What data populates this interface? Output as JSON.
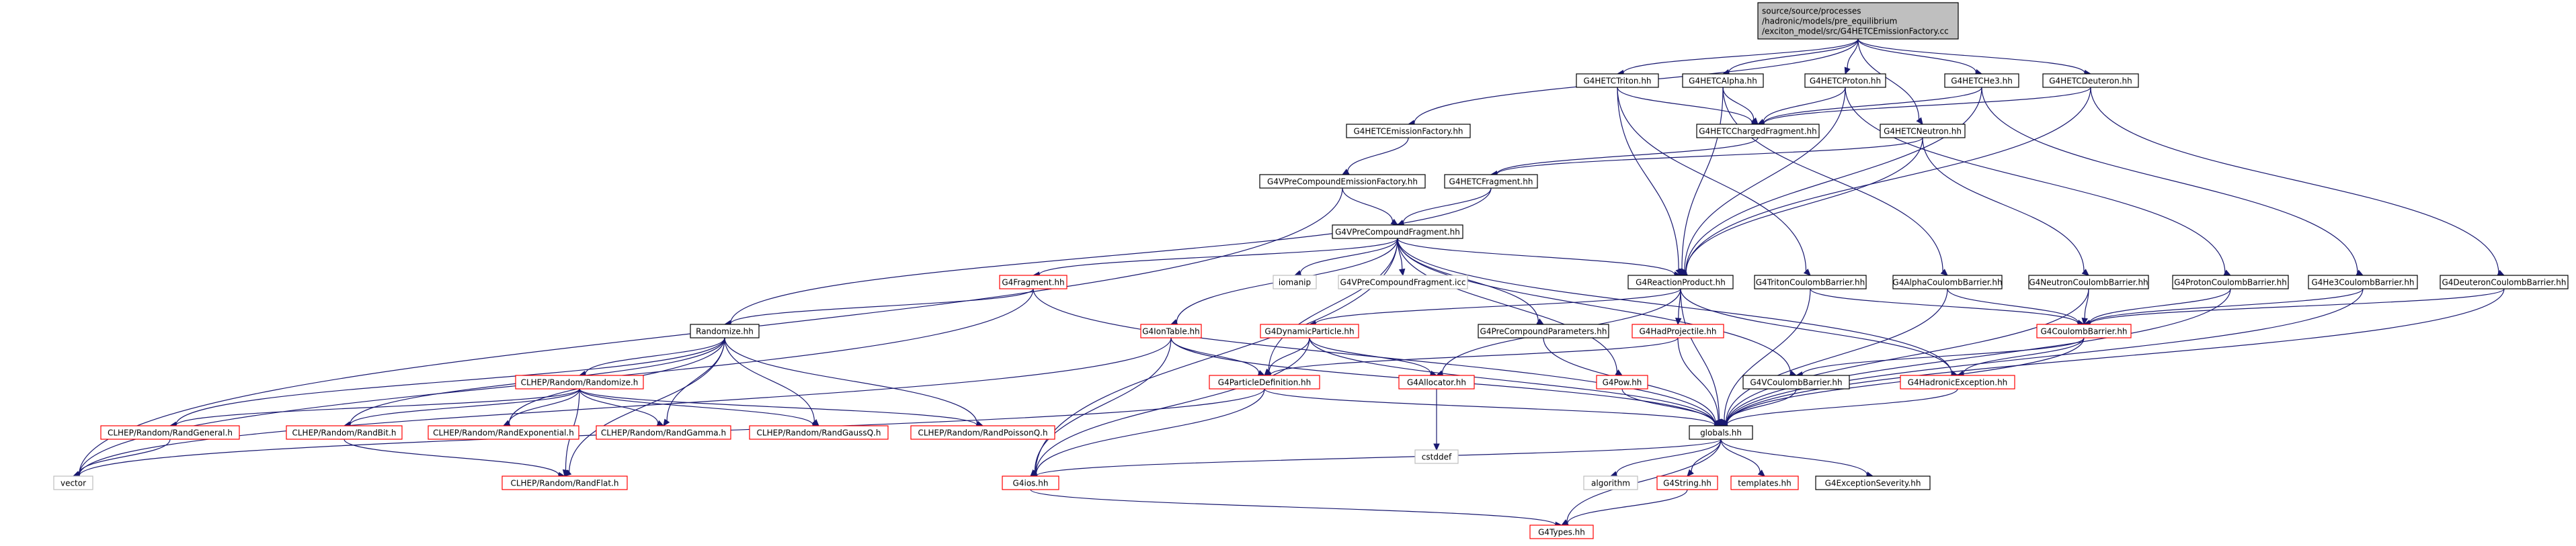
{
  "diagram": {
    "root": "source/source/processes/hadronic/models/pre_equilibrium/exciton_model/src/G4HETCEmissionFactory.cc",
    "colors": {
      "edge": "#191970",
      "root_fill": "#bfbfbf",
      "documented_border": "#000000",
      "undocumented_border": "#ff0000",
      "external_border": "#bfbfbf",
      "node_fill": "#ffffff",
      "text": "#000000"
    },
    "nodes": [
      {
        "id": "root",
        "lines": [
          "source/source/processes",
          "/hadronic/models/pre_equilibrium",
          "/exciton_model/src/G4HETCEmissionFactory.cc"
        ],
        "kind": "root"
      },
      {
        "id": "G4HETCTriton",
        "lines": [
          "G4HETCTriton.hh"
        ],
        "kind": "doc"
      },
      {
        "id": "G4HETCAlpha",
        "lines": [
          "G4HETCAlpha.hh"
        ],
        "kind": "doc"
      },
      {
        "id": "G4HETCProton",
        "lines": [
          "G4HETCProton.hh"
        ],
        "kind": "doc"
      },
      {
        "id": "G4HETCHe3",
        "lines": [
          "G4HETCHe3.hh"
        ],
        "kind": "doc"
      },
      {
        "id": "G4HETCDeuteron",
        "lines": [
          "G4HETCDeuteron.hh"
        ],
        "kind": "doc"
      },
      {
        "id": "G4HETCEmissionFactory",
        "lines": [
          "G4HETCEmissionFactory.hh"
        ],
        "kind": "doc"
      },
      {
        "id": "G4HETCChargedFragment",
        "lines": [
          "G4HETCChargedFragment.hh"
        ],
        "kind": "doc"
      },
      {
        "id": "G4HETCNeutron",
        "lines": [
          "G4HETCNeutron.hh"
        ],
        "kind": "doc"
      },
      {
        "id": "G4VPreCompoundEmissionFactory",
        "lines": [
          "G4VPreCompoundEmissionFactory.hh"
        ],
        "kind": "doc"
      },
      {
        "id": "G4HETCFragment",
        "lines": [
          "G4HETCFragment.hh"
        ],
        "kind": "doc"
      },
      {
        "id": "G4VPreCompoundFragment",
        "lines": [
          "G4VPreCompoundFragment.hh"
        ],
        "kind": "doc"
      },
      {
        "id": "G4Fragment",
        "lines": [
          "G4Fragment.hh"
        ],
        "kind": "undoc"
      },
      {
        "id": "iomanip",
        "lines": [
          "iomanip"
        ],
        "kind": "ext"
      },
      {
        "id": "G4VPreCompoundFragmenticc",
        "lines": [
          "G4VPreCompoundFragment.icc"
        ],
        "kind": "ext"
      },
      {
        "id": "G4ReactionProduct",
        "lines": [
          "G4ReactionProduct.hh"
        ],
        "kind": "doc"
      },
      {
        "id": "G4TritonCoulombBarrier",
        "lines": [
          "G4TritonCoulombBarrier.hh"
        ],
        "kind": "doc"
      },
      {
        "id": "G4AlphaCoulombBarrier",
        "lines": [
          "G4AlphaCoulombBarrier.hh"
        ],
        "kind": "doc"
      },
      {
        "id": "G4NeutronCoulombBarrier",
        "lines": [
          "G4NeutronCoulombBarrier.hh"
        ],
        "kind": "doc"
      },
      {
        "id": "G4ProtonCoulombBarrier",
        "lines": [
          "G4ProtonCoulombBarrier.hh"
        ],
        "kind": "doc"
      },
      {
        "id": "G4He3CoulombBarrier",
        "lines": [
          "G4He3CoulombBarrier.hh"
        ],
        "kind": "doc"
      },
      {
        "id": "G4DeuteronCoulombBarrier",
        "lines": [
          "G4DeuteronCoulombBarrier.hh"
        ],
        "kind": "doc"
      },
      {
        "id": "Randomize",
        "lines": [
          "Randomize.hh"
        ],
        "kind": "doc"
      },
      {
        "id": "G4IonTable",
        "lines": [
          "G4IonTable.hh"
        ],
        "kind": "undoc"
      },
      {
        "id": "G4DynamicParticle",
        "lines": [
          "G4DynamicParticle.hh"
        ],
        "kind": "undoc"
      },
      {
        "id": "G4PreCompoundParameters",
        "lines": [
          "G4PreCompoundParameters.hh"
        ],
        "kind": "doc"
      },
      {
        "id": "G4HadProjectile",
        "lines": [
          "G4HadProjectile.hh"
        ],
        "kind": "undoc"
      },
      {
        "id": "G4CoulombBarrier",
        "lines": [
          "G4CoulombBarrier.hh"
        ],
        "kind": "undoc"
      },
      {
        "id": "CLHEPRandomize",
        "lines": [
          "CLHEP/Random/Randomize.h"
        ],
        "kind": "undoc"
      },
      {
        "id": "G4ParticleDefinition",
        "lines": [
          "G4ParticleDefinition.hh"
        ],
        "kind": "undoc"
      },
      {
        "id": "G4Allocator",
        "lines": [
          "G4Allocator.hh"
        ],
        "kind": "undoc"
      },
      {
        "id": "G4Pow",
        "lines": [
          "G4Pow.hh"
        ],
        "kind": "undoc"
      },
      {
        "id": "G4VCoulombBarrier",
        "lines": [
          "G4VCoulombBarrier.hh"
        ],
        "kind": "doc"
      },
      {
        "id": "G4HadronicException",
        "lines": [
          "G4HadronicException.hh"
        ],
        "kind": "undoc"
      },
      {
        "id": "RandGeneral",
        "lines": [
          "CLHEP/Random/RandGeneral.h"
        ],
        "kind": "undoc"
      },
      {
        "id": "RandBit",
        "lines": [
          "CLHEP/Random/RandBit.h"
        ],
        "kind": "undoc"
      },
      {
        "id": "RandExponential",
        "lines": [
          "CLHEP/Random/RandExponential.h"
        ],
        "kind": "undoc"
      },
      {
        "id": "RandGamma",
        "lines": [
          "CLHEP/Random/RandGamma.h"
        ],
        "kind": "undoc"
      },
      {
        "id": "RandGaussQ",
        "lines": [
          "CLHEP/Random/RandGaussQ.h"
        ],
        "kind": "undoc"
      },
      {
        "id": "RandPoissonQ",
        "lines": [
          "CLHEP/Random/RandPoissonQ.h"
        ],
        "kind": "undoc"
      },
      {
        "id": "globals",
        "lines": [
          "globals.hh"
        ],
        "kind": "doc"
      },
      {
        "id": "cstddef",
        "lines": [
          "cstddef"
        ],
        "kind": "ext"
      },
      {
        "id": "vector",
        "lines": [
          "vector"
        ],
        "kind": "ext"
      },
      {
        "id": "RandFlat",
        "lines": [
          "CLHEP/Random/RandFlat.h"
        ],
        "kind": "undoc"
      },
      {
        "id": "G4ios",
        "lines": [
          "G4ios.hh"
        ],
        "kind": "undoc"
      },
      {
        "id": "algorithm",
        "lines": [
          "algorithm"
        ],
        "kind": "ext"
      },
      {
        "id": "G4String",
        "lines": [
          "G4String.hh"
        ],
        "kind": "undoc"
      },
      {
        "id": "templates",
        "lines": [
          "templates.hh"
        ],
        "kind": "undoc"
      },
      {
        "id": "G4ExceptionSeverity",
        "lines": [
          "G4ExceptionSeverity.hh"
        ],
        "kind": "doc"
      },
      {
        "id": "G4Types",
        "lines": [
          "G4Types.hh"
        ],
        "kind": "undoc"
      }
    ],
    "edges": [
      [
        "root",
        "G4HETCTriton"
      ],
      [
        "root",
        "G4HETCAlpha"
      ],
      [
        "root",
        "G4HETCProton"
      ],
      [
        "root",
        "G4HETCHe3"
      ],
      [
        "root",
        "G4HETCDeuteron"
      ],
      [
        "root",
        "G4HETCEmissionFactory"
      ],
      [
        "root",
        "G4HETCNeutron"
      ],
      [
        "G4HETCTriton",
        "G4HETCChargedFragment"
      ],
      [
        "G4HETCTriton",
        "G4ReactionProduct"
      ],
      [
        "G4HETCTriton",
        "G4TritonCoulombBarrier"
      ],
      [
        "G4HETCAlpha",
        "G4HETCChargedFragment"
      ],
      [
        "G4HETCAlpha",
        "G4ReactionProduct"
      ],
      [
        "G4HETCAlpha",
        "G4AlphaCoulombBarrier"
      ],
      [
        "G4HETCProton",
        "G4HETCChargedFragment"
      ],
      [
        "G4HETCProton",
        "G4ReactionProduct"
      ],
      [
        "G4HETCProton",
        "G4ProtonCoulombBarrier"
      ],
      [
        "G4HETCHe3",
        "G4HETCChargedFragment"
      ],
      [
        "G4HETCHe3",
        "G4ReactionProduct"
      ],
      [
        "G4HETCHe3",
        "G4He3CoulombBarrier"
      ],
      [
        "G4HETCDeuteron",
        "G4HETCChargedFragment"
      ],
      [
        "G4HETCDeuteron",
        "G4ReactionProduct"
      ],
      [
        "G4HETCDeuteron",
        "G4DeuteronCoulombBarrier"
      ],
      [
        "G4HETCEmissionFactory",
        "G4VPreCompoundEmissionFactory"
      ],
      [
        "G4HETCChargedFragment",
        "G4HETCFragment"
      ],
      [
        "G4HETCNeutron",
        "G4HETCFragment"
      ],
      [
        "G4HETCNeutron",
        "G4ReactionProduct"
      ],
      [
        "G4HETCNeutron",
        "G4NeutronCoulombBarrier"
      ],
      [
        "G4VPreCompoundEmissionFactory",
        "G4VPreCompoundFragment"
      ],
      [
        "G4VPreCompoundEmissionFactory",
        "vector"
      ],
      [
        "G4HETCFragment",
        "G4VPreCompoundFragment"
      ],
      [
        "G4HETCFragment",
        "Randomize"
      ],
      [
        "G4VPreCompoundFragment",
        "G4Fragment"
      ],
      [
        "G4VPreCompoundFragment",
        "iomanip"
      ],
      [
        "G4VPreCompoundFragment",
        "G4VPreCompoundFragmenticc"
      ],
      [
        "G4VPreCompoundFragment",
        "G4ReactionProduct"
      ],
      [
        "G4VPreCompoundFragment",
        "G4IonTable"
      ],
      [
        "G4VPreCompoundFragment",
        "G4ParticleDefinition"
      ],
      [
        "G4VPreCompoundFragment",
        "G4PreCompoundParameters"
      ],
      [
        "G4VPreCompoundFragment",
        "G4Pow"
      ],
      [
        "G4VPreCompoundFragment",
        "G4VCoulombBarrier"
      ],
      [
        "G4VPreCompoundFragment",
        "G4HadronicException"
      ],
      [
        "G4VPreCompoundFragment",
        "G4ios"
      ],
      [
        "G4Fragment",
        "Randomize"
      ],
      [
        "G4Fragment",
        "globals"
      ],
      [
        "G4Fragment",
        "vector"
      ],
      [
        "G4ReactionProduct",
        "G4DynamicParticle"
      ],
      [
        "G4ReactionProduct",
        "G4HadProjectile"
      ],
      [
        "G4ReactionProduct",
        "G4Allocator"
      ],
      [
        "G4ReactionProduct",
        "globals"
      ],
      [
        "G4ReactionProduct",
        "G4HadronicException"
      ],
      [
        "G4TritonCoulombBarrier",
        "G4CoulombBarrier"
      ],
      [
        "G4TritonCoulombBarrier",
        "globals"
      ],
      [
        "G4AlphaCoulombBarrier",
        "G4CoulombBarrier"
      ],
      [
        "G4AlphaCoulombBarrier",
        "globals"
      ],
      [
        "G4NeutronCoulombBarrier",
        "G4CoulombBarrier"
      ],
      [
        "G4NeutronCoulombBarrier",
        "globals"
      ],
      [
        "G4ProtonCoulombBarrier",
        "G4CoulombBarrier"
      ],
      [
        "G4ProtonCoulombBarrier",
        "globals"
      ],
      [
        "G4He3CoulombBarrier",
        "G4CoulombBarrier"
      ],
      [
        "G4He3CoulombBarrier",
        "globals"
      ],
      [
        "G4DeuteronCoulombBarrier",
        "G4CoulombBarrier"
      ],
      [
        "G4DeuteronCoulombBarrier",
        "globals"
      ],
      [
        "Randomize",
        "CLHEPRandomize"
      ],
      [
        "Randomize",
        "RandGeneral"
      ],
      [
        "Randomize",
        "RandBit"
      ],
      [
        "Randomize",
        "RandExponential"
      ],
      [
        "Randomize",
        "RandGamma"
      ],
      [
        "Randomize",
        "RandGaussQ"
      ],
      [
        "Randomize",
        "RandPoissonQ"
      ],
      [
        "Randomize",
        "RandFlat"
      ],
      [
        "G4IonTable",
        "G4ParticleDefinition"
      ],
      [
        "G4IonTable",
        "globals"
      ],
      [
        "G4IonTable",
        "G4ios"
      ],
      [
        "G4IonTable",
        "vector"
      ],
      [
        "G4DynamicParticle",
        "G4ParticleDefinition"
      ],
      [
        "G4DynamicParticle",
        "G4Allocator"
      ],
      [
        "G4DynamicParticle",
        "globals"
      ],
      [
        "G4DynamicParticle",
        "G4ios"
      ],
      [
        "G4PreCompoundParameters",
        "globals"
      ],
      [
        "G4HadProjectile",
        "globals"
      ],
      [
        "G4HadProjectile",
        "G4ParticleDefinition"
      ],
      [
        "G4CoulombBarrier",
        "G4VCoulombBarrier"
      ],
      [
        "G4CoulombBarrier",
        "G4HadronicException"
      ],
      [
        "G4CoulombBarrier",
        "globals"
      ],
      [
        "CLHEPRandomize",
        "RandGeneral"
      ],
      [
        "CLHEPRandomize",
        "RandBit"
      ],
      [
        "CLHEPRandomize",
        "RandExponential"
      ],
      [
        "CLHEPRandomize",
        "RandGamma"
      ],
      [
        "CLHEPRandomize",
        "RandGaussQ"
      ],
      [
        "CLHEPRandomize",
        "RandPoissonQ"
      ],
      [
        "CLHEPRandomize",
        "RandFlat"
      ],
      [
        "G4ParticleDefinition",
        "globals"
      ],
      [
        "G4ParticleDefinition",
        "G4ios"
      ],
      [
        "G4ParticleDefinition",
        "vector"
      ],
      [
        "G4Allocator",
        "cstddef"
      ],
      [
        "G4Pow",
        "globals"
      ],
      [
        "G4VCoulombBarrier",
        "globals"
      ],
      [
        "G4HadronicException",
        "globals"
      ],
      [
        "RandGeneral",
        "vector"
      ],
      [
        "RandBit",
        "RandFlat"
      ],
      [
        "globals",
        "G4ios"
      ],
      [
        "globals",
        "algorithm"
      ],
      [
        "globals",
        "G4String"
      ],
      [
        "globals",
        "templates"
      ],
      [
        "globals",
        "G4ExceptionSeverity"
      ],
      [
        "globals",
        "G4Types"
      ],
      [
        "G4ios",
        "G4Types"
      ],
      [
        "G4String",
        "G4Types"
      ]
    ]
  }
}
